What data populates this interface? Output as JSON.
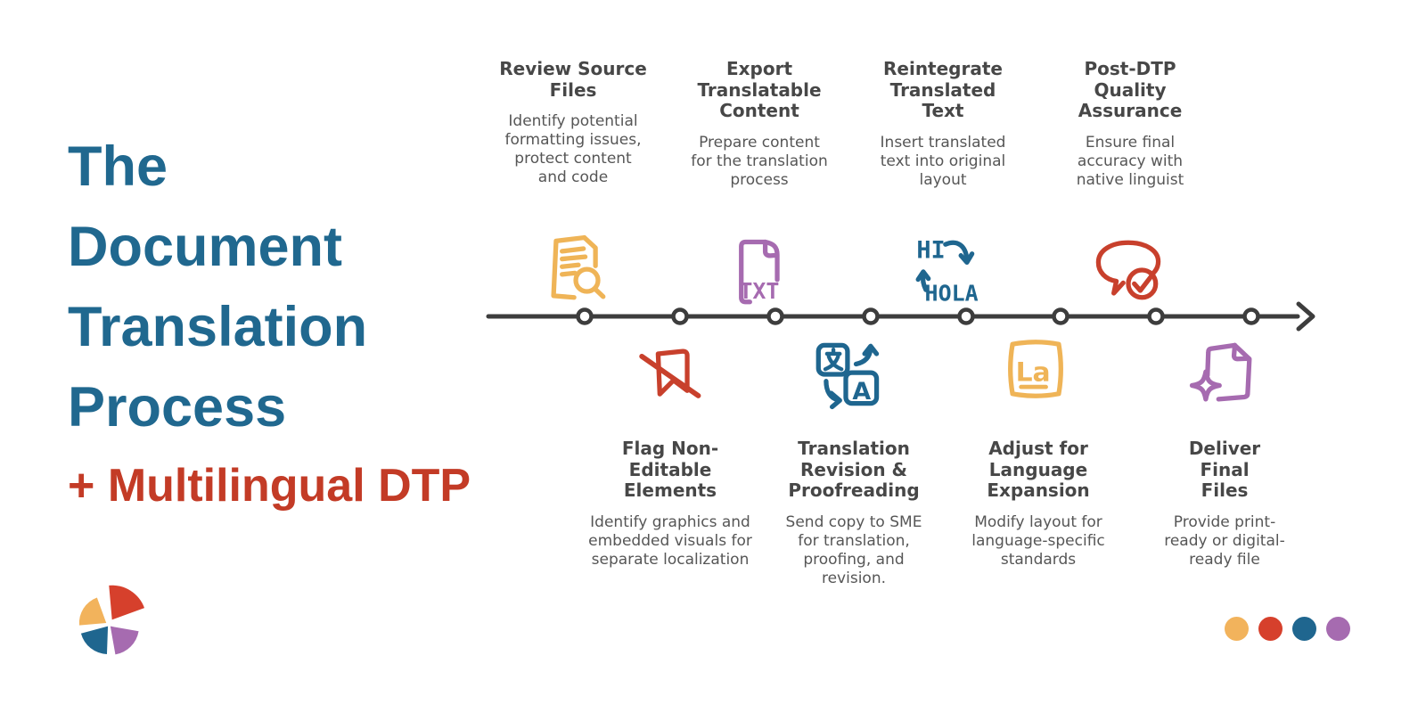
{
  "title": {
    "lines": [
      "The",
      "Document",
      "Translation",
      "Process"
    ],
    "subtitle": "+ Multilingual DTP"
  },
  "colors": {
    "title_blue": "#20688F",
    "title_red": "#C33B26",
    "timeline_dark": "#3D3D3D",
    "step_text": "#474747",
    "yellow": "#EFB457",
    "red": "#C8402C",
    "blue": "#1F668F",
    "purple": "#A66BB0"
  },
  "timeline": {
    "node_count": 8,
    "direction": "left-to-right-arrow"
  },
  "steps": [
    {
      "position": "top",
      "title": "Review Source\nFiles",
      "description": "Identify potential\nformatting issues,\nprotect content\nand code",
      "icon": "document-search-icon",
      "color": "#EFB457"
    },
    {
      "position": "bottom",
      "title": "Flag Non-\nEditable\nElements",
      "description": "Identify graphics and\nembedded visuals for\nseparate localization",
      "icon": "bookmark-slash-icon",
      "color": "#C8402C"
    },
    {
      "position": "top",
      "title": "Export\nTranslatable\nContent",
      "description": "Prepare content\nfor the translation\nprocess",
      "icon": "txt-file-icon",
      "icon_label": "TXT",
      "color": "#A66BB0"
    },
    {
      "position": "bottom",
      "title": "Translation\nRevision &\nProofreading",
      "description": "Send copy to SME\nfor translation,\nproofing, and\nrevision.",
      "icon": "translate-languages-icon",
      "icon_label": "A",
      "icon_glyph": "文",
      "color": "#1F668F"
    },
    {
      "position": "top",
      "title": "Reintegrate\nTranslated\nText",
      "description": "Insert translated\ntext into original\nlayout",
      "icon": "hi-hola-swap-icon",
      "icon_label_top": "HI",
      "icon_label_bottom": "HOLA",
      "color": "#1F668F"
    },
    {
      "position": "bottom",
      "title": "Adjust for\nLanguage\nExpansion",
      "description": "Modify layout for\nlanguage-specific\nstandards",
      "icon": "language-box-icon",
      "icon_label": "La",
      "color": "#EFB457"
    },
    {
      "position": "top",
      "title": "Post-DTP\nQuality\nAssurance",
      "description": "Ensure final\naccuracy with\nnative linguist",
      "icon": "speech-bubble-check-icon",
      "color": "#C8402C"
    },
    {
      "position": "bottom",
      "title": "Deliver\nFinal\nFiles",
      "description": "Provide print-\nready or digital-\nready file",
      "icon": "sparkle-document-icon",
      "color": "#A66BB0"
    }
  ],
  "footer": {
    "logo": "quartered-circle-logo",
    "dot_colors": [
      "#F2B35C",
      "#D6402C",
      "#1F668F",
      "#A66BB0"
    ]
  }
}
